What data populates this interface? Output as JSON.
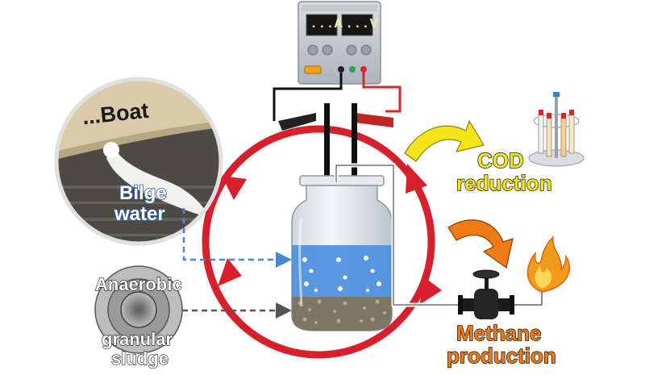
{
  "labels": {
    "boat": "...Boat",
    "bilge_water_line1": "Bilge",
    "bilge_water_line2": "water",
    "anaerobic": "Anaerobic",
    "granular": "granular",
    "sludge": "sludge",
    "cod_line1": "COD",
    "cod_line2": "reduction",
    "methane_line1": "Methane",
    "methane_line2": "production",
    "ammeter": "...A",
    "voltmeter": "...V"
  },
  "colors": {
    "cycle_red": "#d8202c",
    "water_blue": "#4a8fe0",
    "cod_yellow": "#f4e41a",
    "methane_orange": "#f07a16",
    "flame": "#f29a1a",
    "dashed_blue": "#4a86d6",
    "dashed_dark": "#555555"
  }
}
